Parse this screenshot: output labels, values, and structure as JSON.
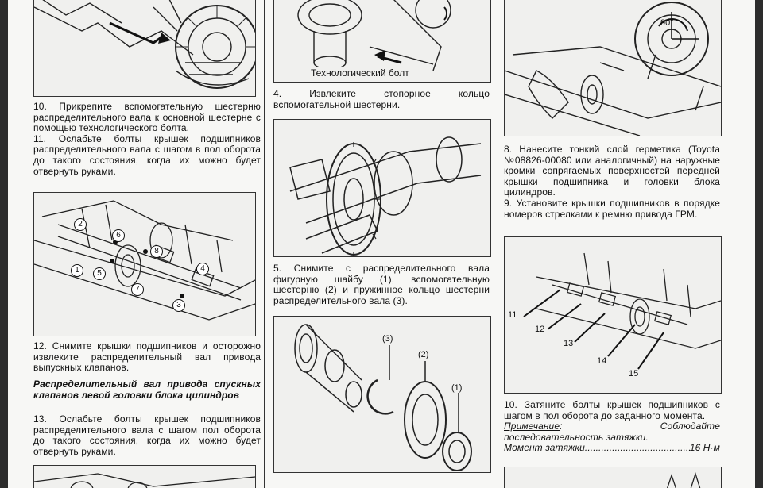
{
  "col1": {
    "step10": "10. Прикрепите вспомогательную шестерню распределительного вала к основной шестерне с помощью технологического болта.",
    "step11": "11. Ослабьте болты крышек подшипников распределительного вала с шагом в пол оборота до такого состояния, когда их можно будет отвернуть руками.",
    "step12": "12. Снимите крышки подшипников и осторожно извлеките распределительный вал привода выпускных клапанов.",
    "heading": "Распределительный вал привода спускных клапанов левой головки блока цилиндров",
    "step13": "13. Ослабьте болты крышек подшипников распределительного вала с шагом пол оборота до такого состояния, когда их можно будет отвернуть руками.",
    "fig_labels": [
      "1",
      "2",
      "3",
      "4",
      "5",
      "6",
      "7",
      "8"
    ]
  },
  "col2": {
    "fig1_caption": "Технологический болт",
    "step4": "4. Извлеките стопорное кольцо вспомогательной шестерни.",
    "step5": "5. Снимите с распределительного вала фигурную шайбу (1), вспомогательную шестерню (2) и пружинное кольцо шестерни распределительного вала (3).",
    "fig3_labels": [
      "(3)",
      "(2)",
      "(1)"
    ]
  },
  "col3": {
    "angle_label": "90°",
    "step8": "8. Нанесите тонкий слой герметика (Toyota №08826-00080 или аналогичный) на наружные кромки сопрягаемых поверхностей передней крышки подшипника и головки блока цилиндров.",
    "step9": "9. Установите крышки подшипников в порядке номеров стрелками к ремню привода ГРМ.",
    "fig_labels": [
      "11",
      "12",
      "13",
      "14",
      "15"
    ],
    "step10": "10. Затяните болты крышек подшипников с шагом в пол оборота до заданного момента.",
    "note_label": "Примечание",
    "note_text": ": Соблюдайте последовательность затяжки.",
    "torque_label": "Момент затяжки",
    "torque_dots": "...........................................................",
    "torque_value": "16 Н·м"
  }
}
